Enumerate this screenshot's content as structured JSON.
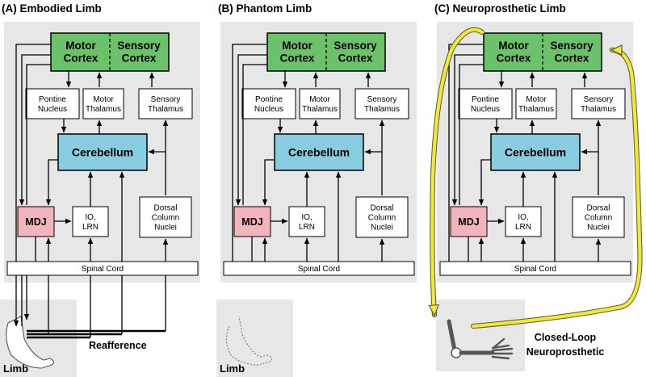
{
  "panels": [
    {
      "title": "(A) Embodied Limb"
    },
    {
      "title": "(B) Phantom Limb"
    },
    {
      "title": "(C) Neuroprosthetic Limb"
    }
  ],
  "boxes": {
    "motor_cortex": [
      "Motor",
      "Cortex"
    ],
    "sensory_cortex": [
      "Sensory",
      "Cortex"
    ],
    "pontine_nucleus": [
      "Pontine",
      "Nucleus"
    ],
    "motor_thalamus": [
      "Motor",
      "Thalamus"
    ],
    "sensory_thalamus": [
      "Sensory",
      "Thalamus"
    ],
    "cerebellum": "Cerebellum",
    "mdj": "MDJ",
    "io_lrn": [
      "IO,",
      "LRN"
    ],
    "dorsal_column_nuclei": [
      "Dorsal",
      "Column",
      "Nuclei"
    ],
    "spinal_cord": "Spinal Cord"
  },
  "labels": {
    "limb_a": "Limb",
    "limb_b": "Limb",
    "reafference": "Reafference",
    "closed_loop": [
      "Closed-Loop",
      "Neuroprosthetic"
    ]
  },
  "colors": {
    "cortex": "#6cc26b",
    "cerebellum": "#87ccdf",
    "mdj": "#f4b4bc",
    "panel_bg": "#e7e7e8",
    "loop": "#f2ea2a"
  }
}
